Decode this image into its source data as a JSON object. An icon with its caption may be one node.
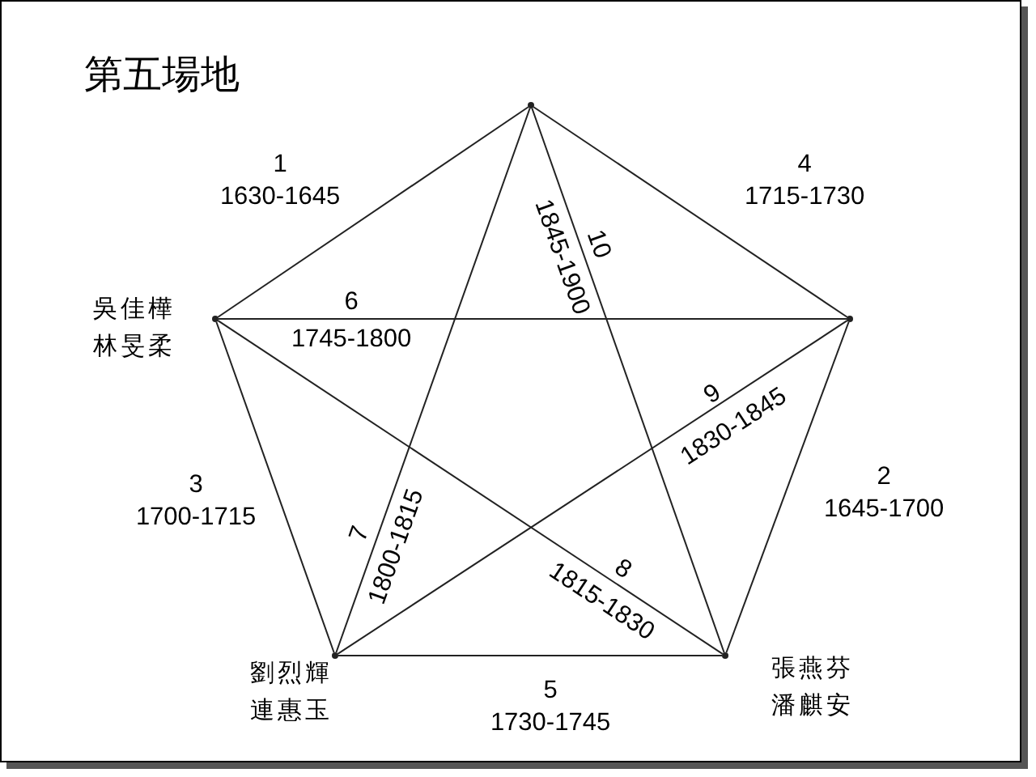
{
  "diagram": {
    "title": "第五場地",
    "nodes": [
      {
        "text": [],
        "shape": "circle"
      },
      {
        "text": [],
        "shape": "circle",
        "beside": [
          "吳佳樺",
          "林旻柔"
        ]
      },
      {
        "text": [],
        "shape": "circle"
      },
      {
        "text": [],
        "shape": "circle",
        "beside": [
          "劉烈輝",
          "連惠玉"
        ]
      },
      {
        "text": [],
        "shape": "circle",
        "beside": [
          "張燕芬",
          "潘麒安"
        ]
      }
    ],
    "edges": [
      {
        "from": 0,
        "to": 1,
        "arrow": "none",
        "label": "1 1630-1645"
      },
      {
        "from": 0,
        "to": 2,
        "arrow": "none",
        "label": "4 1715-1730"
      },
      {
        "from": 1,
        "to": 2,
        "arrow": "none",
        "label": "6 1745-1800"
      },
      {
        "from": 0,
        "to": 4,
        "arrow": "none",
        "label": "10 1845-1900"
      },
      {
        "from": 3,
        "to": 2,
        "arrow": "none",
        "label": "9 1830-1845"
      },
      {
        "from": 2,
        "to": 4,
        "arrow": "none",
        "label": "2 1645-1700"
      },
      {
        "from": 1,
        "to": 3,
        "arrow": "none",
        "label": "3 1700-1715"
      },
      {
        "from": 0,
        "to": 3,
        "arrow": "none",
        "label": "7 1800-1815"
      },
      {
        "from": 1,
        "to": 4,
        "arrow": "none",
        "label": "8 1815-1830"
      },
      {
        "from": 3,
        "to": 4,
        "arrow": "none",
        "label": "5 1730-1745"
      }
    ]
  }
}
